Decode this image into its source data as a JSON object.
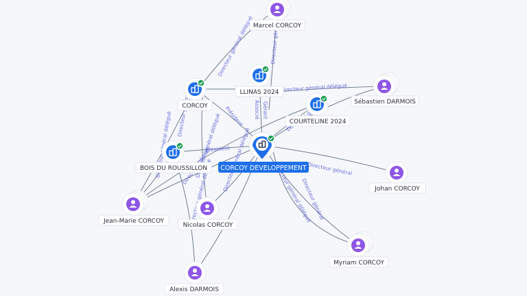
{
  "colors": {
    "background": "#f6f7fb",
    "company": "#1e6fe8",
    "person": "#8e56e6",
    "check": "#1f9d56",
    "edge": "#6e7d91",
    "edge_label": "#6a6fd8"
  },
  "center": {
    "label": "CORCOY DEVELOPPEMENT",
    "icon": "building-icon"
  },
  "companies": [
    {
      "id": "llinas",
      "label": "LLINAS 2024",
      "icon": "building-icon"
    },
    {
      "id": "corcoy",
      "label": "CORCOY",
      "icon": "building-icon"
    },
    {
      "id": "courteline",
      "label": "COURTELINE 2024",
      "icon": "building-icon"
    },
    {
      "id": "bois",
      "label": "BOIS DU ROUSSILLON",
      "icon": "building-icon"
    }
  ],
  "persons": [
    {
      "id": "marcel",
      "label": "Marcel CORCOY",
      "icon": "person-icon"
    },
    {
      "id": "sebastien",
      "label": "Sébastien DARMOIS",
      "icon": "person-icon"
    },
    {
      "id": "johan",
      "label": "Johan CORCOY",
      "icon": "person-icon"
    },
    {
      "id": "jeanmarie",
      "label": "Jean-Marie CORCOY",
      "icon": "person-icon"
    },
    {
      "id": "nicolas",
      "label": "Nicolas CORCOY",
      "icon": "person-icon"
    },
    {
      "id": "myriam",
      "label": "Myriam CORCOY",
      "icon": "person-icon"
    },
    {
      "id": "alexis",
      "label": "Alexis DARMOIS",
      "icon": "person-icon"
    }
  ],
  "edge_labels": [
    "Directeur général délégué",
    "Gérant",
    "Associé",
    "Directeur général délégué",
    "Président",
    "Directeur général",
    "Président",
    "Directeur général",
    "Directeur général délégué",
    "Directeur général délégué",
    "Directeur général",
    "Directeur général",
    "Directeur général délégué",
    "Directeur général délégué",
    "Directeur général",
    "Directeur général délégué",
    "Directeur général délégué"
  ]
}
